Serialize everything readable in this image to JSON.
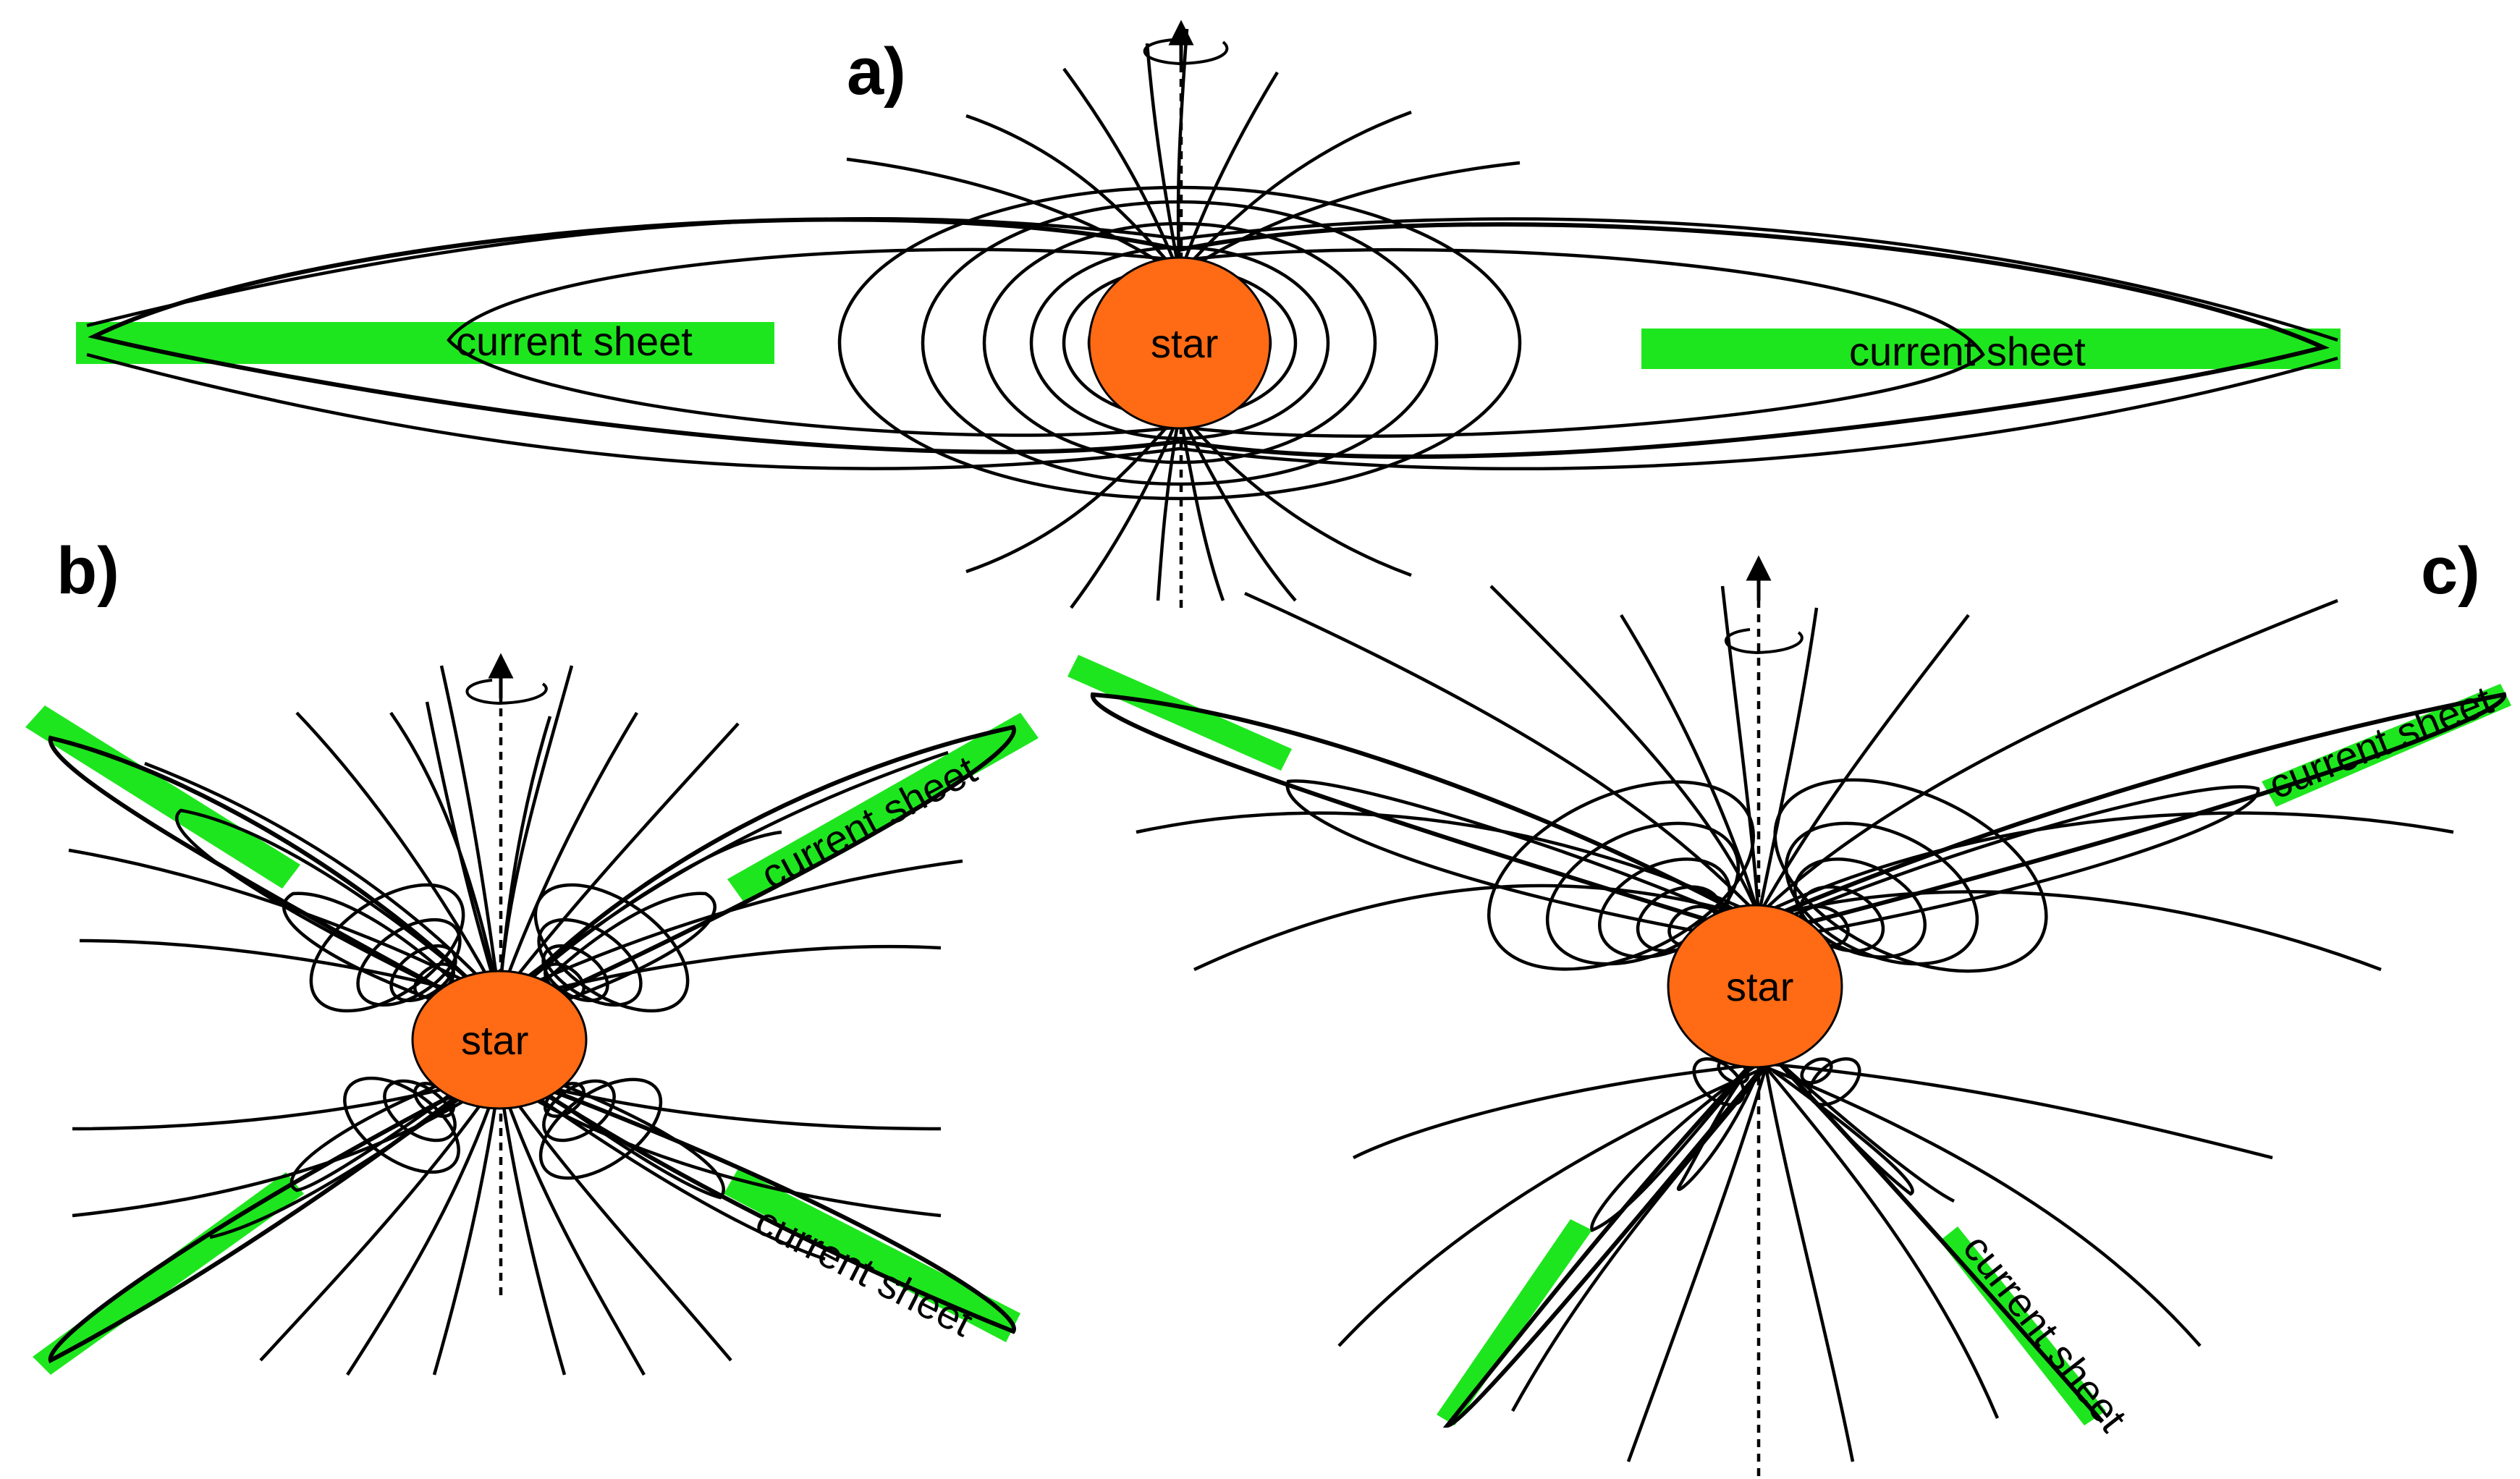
{
  "colors": {
    "star_fill": "#ff6a14",
    "current_sheet": "#1ee61e",
    "field_lines": "#000000"
  },
  "panels": [
    {
      "id": "a",
      "label": "a)",
      "star_label": "star",
      "sheet_labels": [
        "current sheet",
        "current sheet"
      ]
    },
    {
      "id": "b",
      "label": "b)",
      "star_label": "star",
      "sheet_labels": [
        "current sheet",
        "current sheet"
      ]
    },
    {
      "id": "c",
      "label": "c)",
      "star_label": "star",
      "sheet_labels": [
        "current sheet",
        "current sheet"
      ]
    }
  ],
  "icons": [
    "rotation-axis-arrow-icon",
    "rotation-direction-icon"
  ]
}
